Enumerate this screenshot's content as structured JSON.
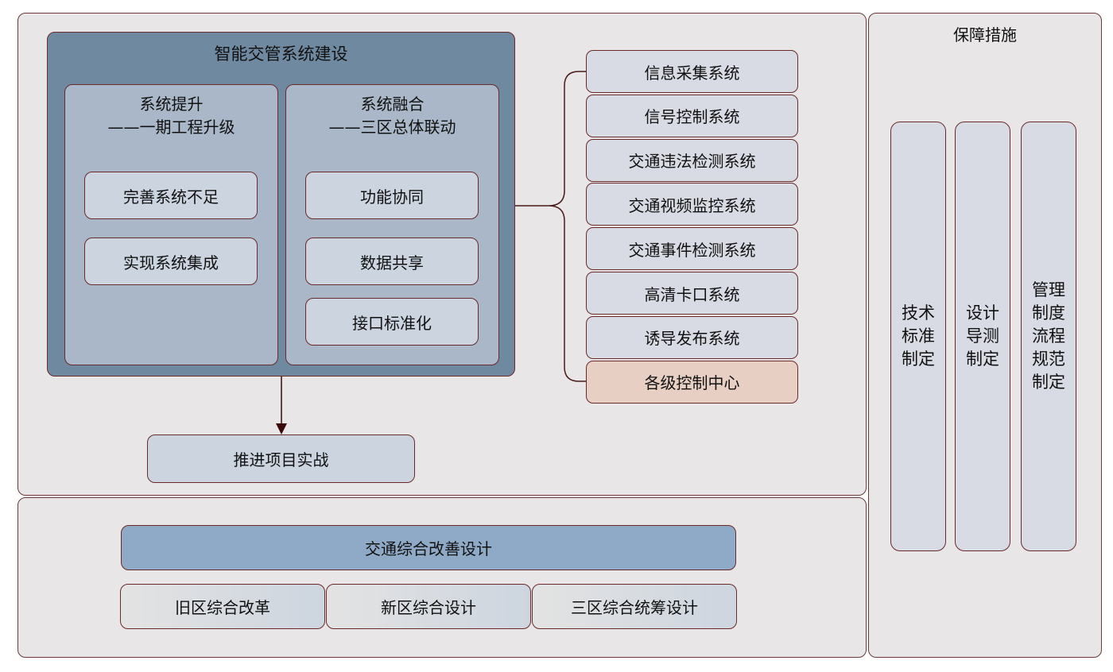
{
  "smart_traffic": {
    "title": "智能交管系统建设",
    "upgrade": {
      "title": "系统提升",
      "subtitle": "——一期工程升级",
      "items": [
        "完善系统不足",
        "实现系统集成"
      ]
    },
    "fusion": {
      "title": "系统融合",
      "subtitle": "——三区总体联动",
      "items": [
        "功能协同",
        "数据共享",
        "接口标准化"
      ]
    },
    "promote": "推进项目实战"
  },
  "systems": [
    "信息采集系统",
    "信号控制系统",
    "交通违法检测系统",
    "交通视频监控系统",
    "交通事件检测系统",
    "高清卡口系统",
    "诱导发布系统",
    "各级控制中心"
  ],
  "improvement": {
    "title": "交通综合改善设计",
    "items": [
      "旧区综合改革",
      "新区综合设计",
      "三区综合统筹设计"
    ]
  },
  "safeguards": {
    "title": "保障措施",
    "items": [
      "技术\n标准\n制定",
      "设计\n导测\n制定",
      "管理\n制度\n流程\n规范\n制定"
    ]
  },
  "colors": {
    "outer": "#6e89a0",
    "inner": "#a9b7c8",
    "highlight": "#e8cfc4",
    "bar": "#8faac6"
  }
}
